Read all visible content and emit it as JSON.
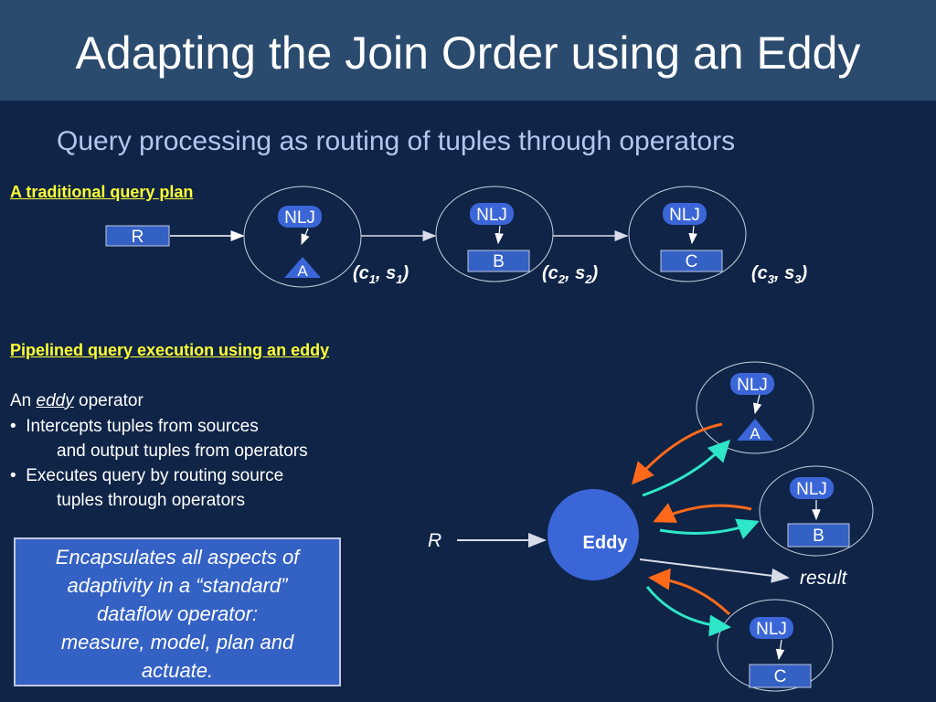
{
  "title": "Adapting the Join Order using an Eddy",
  "subtitle": "Query processing as routing of tuples through operators",
  "traditional": {
    "heading": "A traditional query plan",
    "source": "R",
    "operators": [
      {
        "op": "NLJ",
        "input": "A",
        "c": "c",
        "c_sub": "1",
        "s": "s",
        "s_sub": "1"
      },
      {
        "op": "NLJ",
        "input": "B",
        "c": "c",
        "c_sub": "2",
        "s": "s",
        "s_sub": "2"
      },
      {
        "op": "NLJ",
        "input": "C",
        "c": "c",
        "c_sub": "3",
        "s": "s",
        "s_sub": "3"
      }
    ]
  },
  "eddy_section": {
    "heading": "Pipelined query execution using an eddy",
    "intro_prefix": "An ",
    "intro_word": "eddy",
    "intro_suffix": " operator",
    "bullets": [
      {
        "bullet": "•",
        "line1": "Intercepts tuples from sources",
        "line2": "and output tuples from operators"
      },
      {
        "bullet": "•",
        "line1": "Executes query by routing source",
        "line2": "tuples through operators"
      }
    ],
    "callout_lines": [
      "Encapsulates all aspects of",
      "adaptivity in a “standard”",
      "dataflow operator:",
      "measure, model, plan and",
      "actuate."
    ]
  },
  "eddy_diagram": {
    "eddy_label": "Eddy",
    "input_label": "R",
    "output_label": "result",
    "operators": [
      {
        "op": "NLJ",
        "input": "A"
      },
      {
        "op": "NLJ",
        "input": "B"
      },
      {
        "op": "NLJ",
        "input": "C"
      }
    ]
  },
  "colors": {
    "background": "#0f2447",
    "title_bar": "#2a4a6e",
    "subtitle": "#b3c6f0",
    "heading_yellow": "#ffff33",
    "box_blue": "#3461c4",
    "eddy_blue": "#3b66d8",
    "orange_arrow": "#ff6a1a",
    "teal_arrow": "#2ee6c8"
  }
}
